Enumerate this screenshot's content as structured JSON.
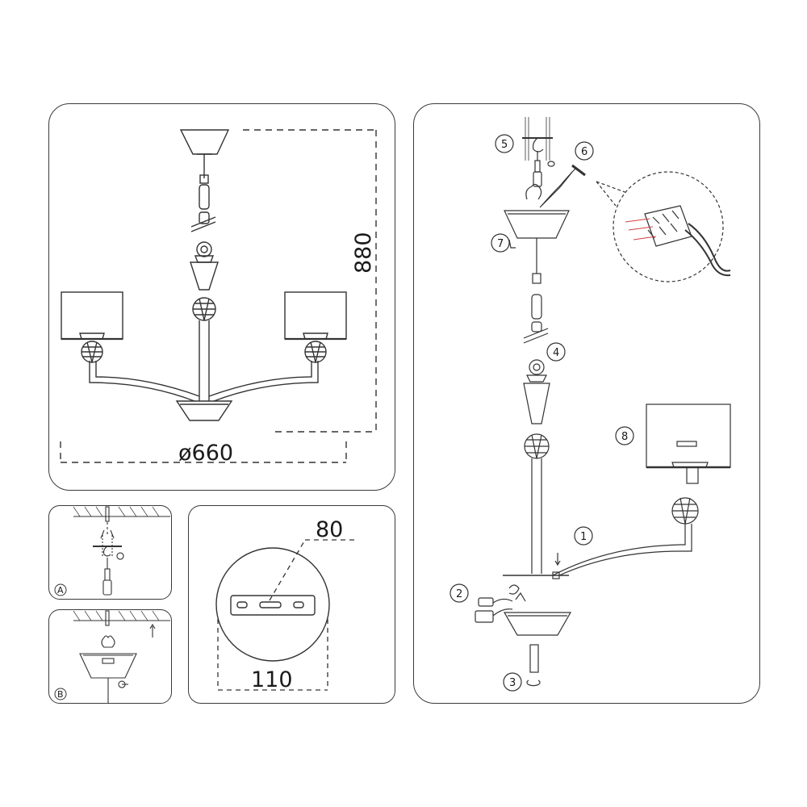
{
  "overview": {
    "height_label": "880",
    "diameter_label": "ø660"
  },
  "steps": {
    "a_label": "A",
    "b_label": "B"
  },
  "mount_plate": {
    "width_label": "110",
    "slot_label": "80"
  },
  "assembly": {
    "callouts": [
      "1",
      "2",
      "3",
      "4",
      "5",
      "6",
      "7",
      "8"
    ]
  },
  "colors": {
    "line": "#333333",
    "wire": "#d04040"
  }
}
